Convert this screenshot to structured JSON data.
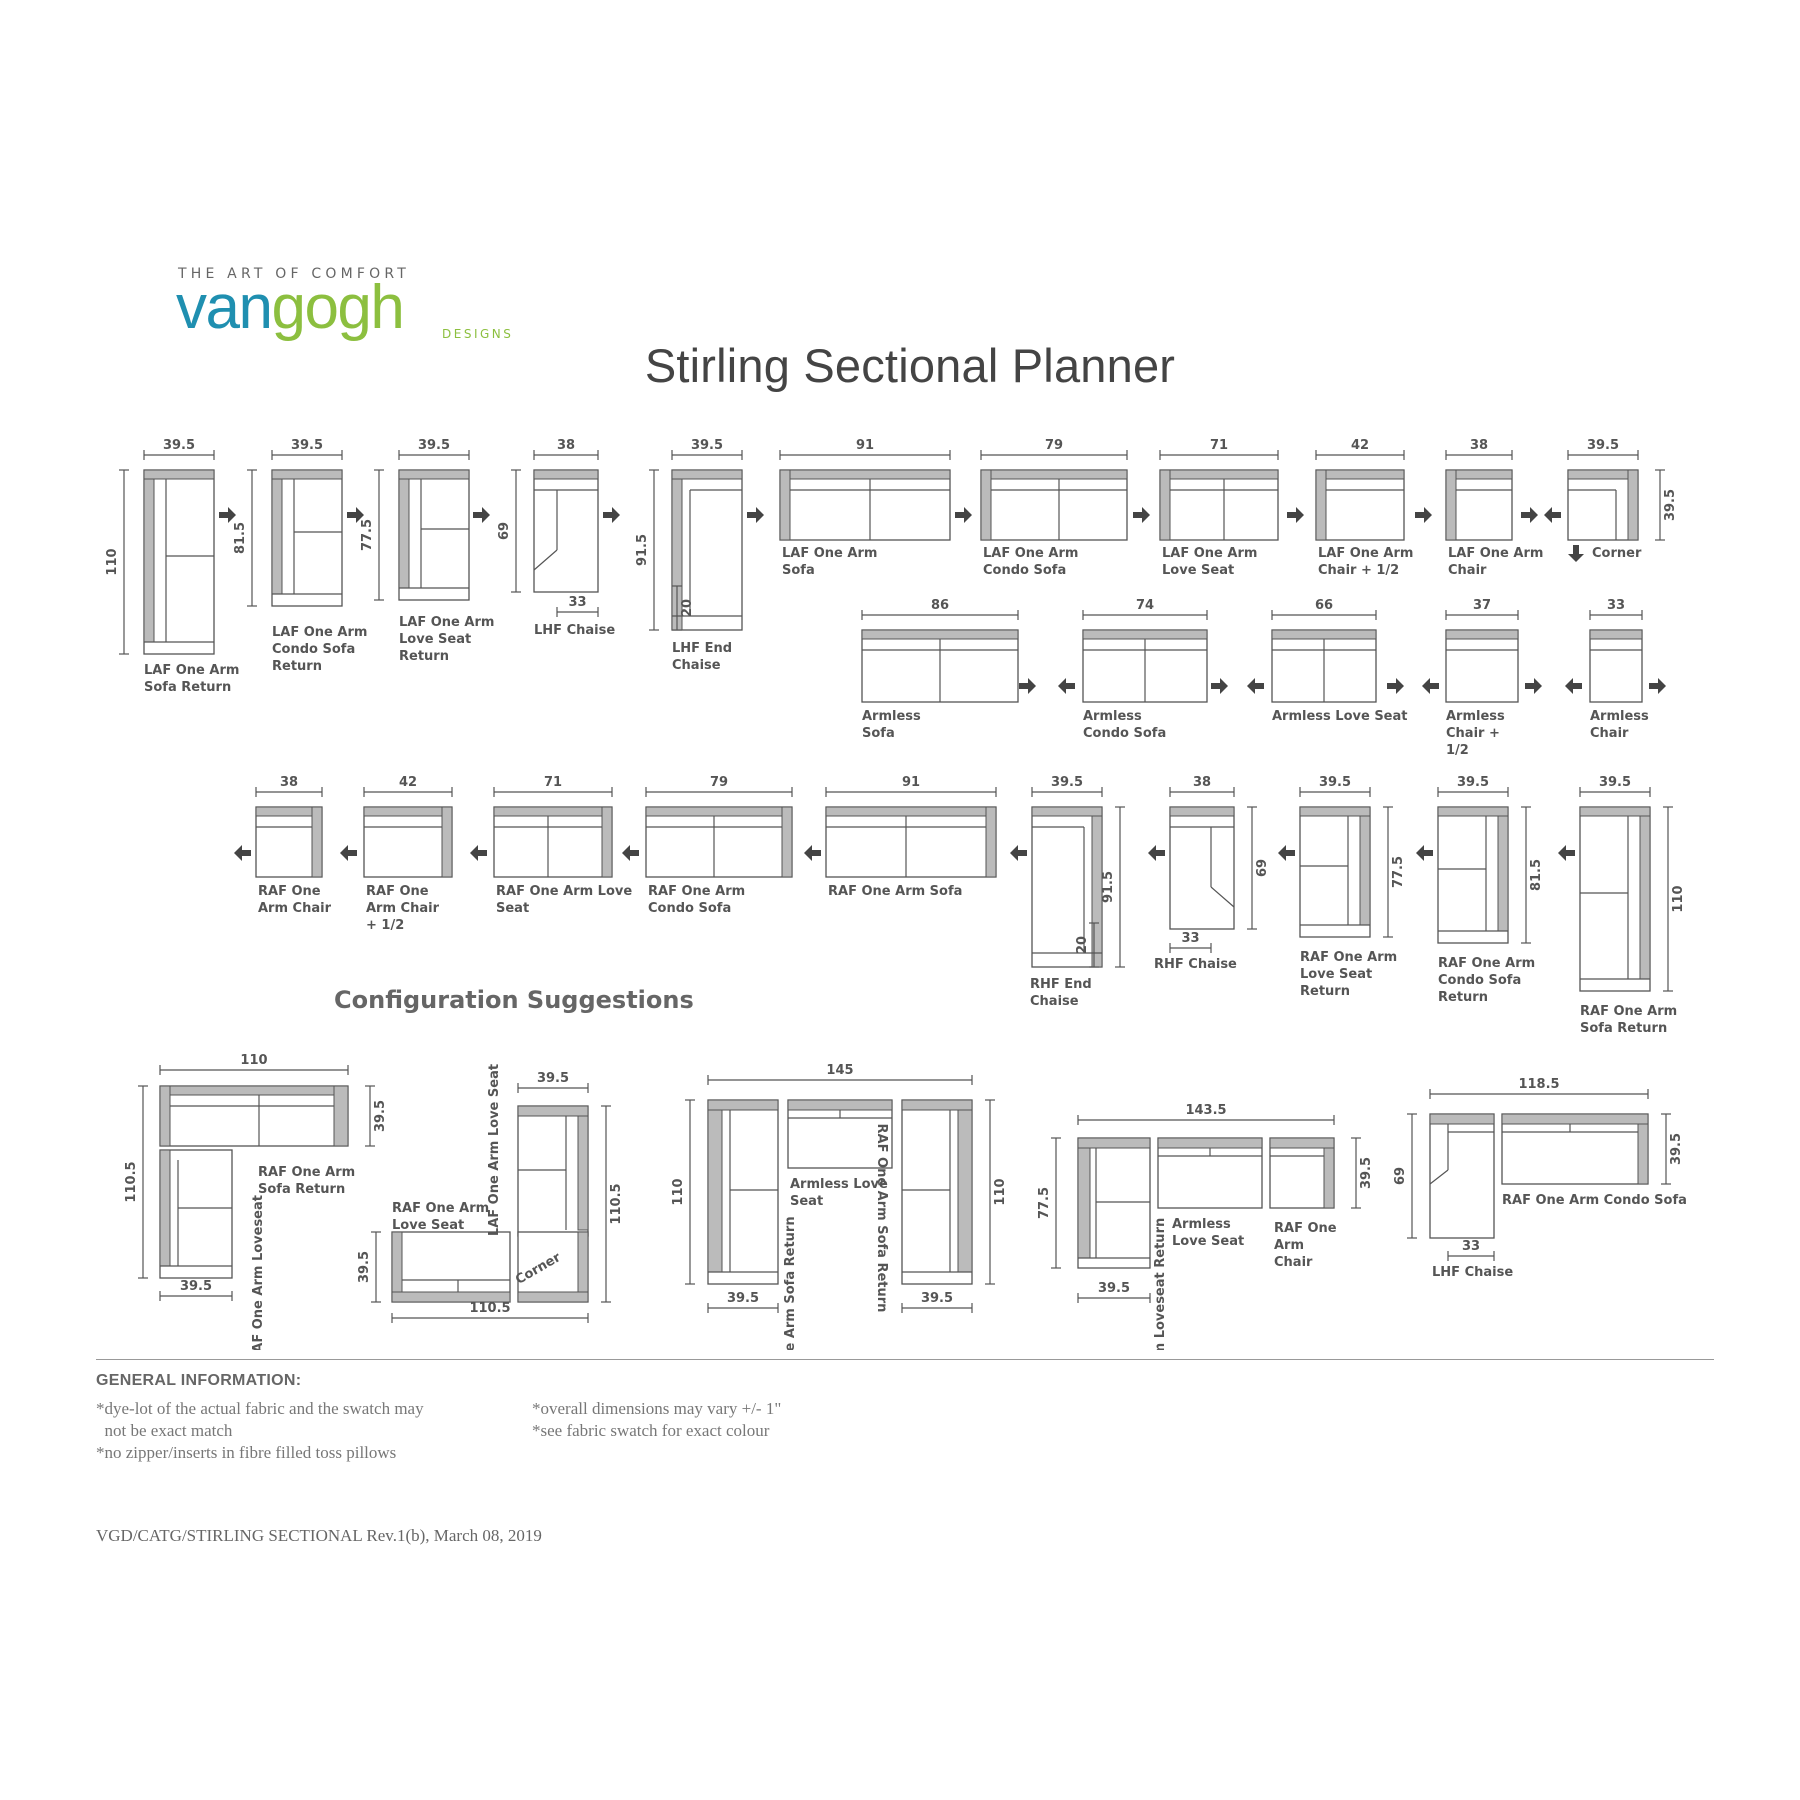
{
  "logo": {
    "tagline": "THE ART OF COMFORT",
    "brand": "vangogh",
    "sub": "DESIGNS",
    "colors": {
      "teal": "#1f8fb0",
      "green": "#8cbf3f",
      "gray": "#777777"
    }
  },
  "title": "Stirling Sectional Planner",
  "pieces_row1": [
    {
      "label": "LAF One Arm Sofa Return",
      "width": "39.5",
      "depth": "110"
    },
    {
      "label": "LAF One Arm Condo Sofa Return",
      "width": "39.5",
      "depth": "81.5"
    },
    {
      "label": "LAF One Arm Love Seat Return",
      "width": "39.5",
      "depth": "77.5"
    },
    {
      "label": "LHF Chaise",
      "width": "38",
      "depth": "69",
      "inner": "33"
    },
    {
      "label": "LHF End Chaise",
      "width": "39.5",
      "depth": "91.5",
      "inner": "20"
    },
    {
      "label": "LAF One Arm Sofa",
      "width": "91"
    },
    {
      "label": "LAF One Arm Condo Sofa",
      "width": "79"
    },
    {
      "label": "LAF One Arm Love Seat",
      "width": "71"
    },
    {
      "label": "LAF One Arm Chair + 1/2",
      "width": "42"
    },
    {
      "label": "LAF One Arm Chair",
      "width": "38"
    },
    {
      "label": "Corner",
      "width": "39.5",
      "depth": "39.5"
    }
  ],
  "pieces_armless": [
    {
      "label": "Armless Sofa",
      "width": "86"
    },
    {
      "label": "Armless Condo Sofa",
      "width": "74"
    },
    {
      "label": "Armless Love Seat",
      "width": "66"
    },
    {
      "label": "Armless Chair + 1/2",
      "width": "37"
    },
    {
      "label": "Armless Chair",
      "width": "33"
    }
  ],
  "pieces_raf": [
    {
      "label": "RAF One Arm Chair",
      "width": "38"
    },
    {
      "label": "RAF One Arm Chair + 1/2",
      "width": "42"
    },
    {
      "label": "RAF One Arm Love Seat",
      "width": "71"
    },
    {
      "label": "RAF One Arm Condo Sofa",
      "width": "79"
    },
    {
      "label": "RAF One Arm Sofa",
      "width": "91"
    },
    {
      "label": "RHF End Chaise",
      "width": "39.5",
      "depth": "91.5",
      "inner": "20"
    },
    {
      "label": "RHF Chaise",
      "width": "38",
      "depth": "69",
      "inner": "33"
    },
    {
      "label": "RAF One Arm Love Seat Return",
      "width": "39.5",
      "depth": "77.5"
    },
    {
      "label": "RAF One Arm Condo Sofa Return",
      "width": "39.5",
      "depth": "81.5"
    },
    {
      "label": "RAF One Arm Sofa Return",
      "width": "39.5",
      "depth": "110"
    }
  ],
  "config_title": "Configuration Suggestions",
  "configs": [
    {
      "top": "110",
      "left": "110.5",
      "right": "39.5",
      "bottom": "39.5",
      "labels": [
        "RAF One Arm Sofa Return",
        "LAF One Arm Loveseat"
      ]
    },
    {
      "top": "39.5",
      "left": "39.5",
      "right": "110.5",
      "bottom": "110.5",
      "labels": [
        "LAF One Arm Love Seat",
        "RAF One Arm Love Seat",
        "Corner"
      ]
    },
    {
      "top": "145",
      "left": "110",
      "right": "110",
      "bottom_left": "39.5",
      "bottom_right": "39.5",
      "labels": [
        "Armless Love Seat",
        "LAF One Arm Sofa Return",
        "RAF One Arm Sofa Return"
      ]
    },
    {
      "top": "143.5",
      "left": "77.5",
      "right": "39.5",
      "bottom": "39.5",
      "labels": [
        "Armless Love Seat",
        "RAF One Arm Chair",
        "LAF One Arm Loveseat Return"
      ]
    },
    {
      "top": "118.5",
      "left": "69",
      "right": "39.5",
      "bottom": "33",
      "labels": [
        "RAF One Arm Condo Sofa",
        "LHF Chaise"
      ]
    }
  ],
  "general_info": {
    "title": "GENERAL INFORMATION:",
    "left": "*dye-lot of the actual fabric and the swatch may\n  not be exact match\n*no zipper/inserts in fibre filled toss pillows",
    "right": "*overall dimensions may vary +/- 1\"\n*see fabric swatch for exact colour"
  },
  "reference": "VGD/CATG/STIRLING SECTIONAL Rev.1(b), March 08, 2019"
}
